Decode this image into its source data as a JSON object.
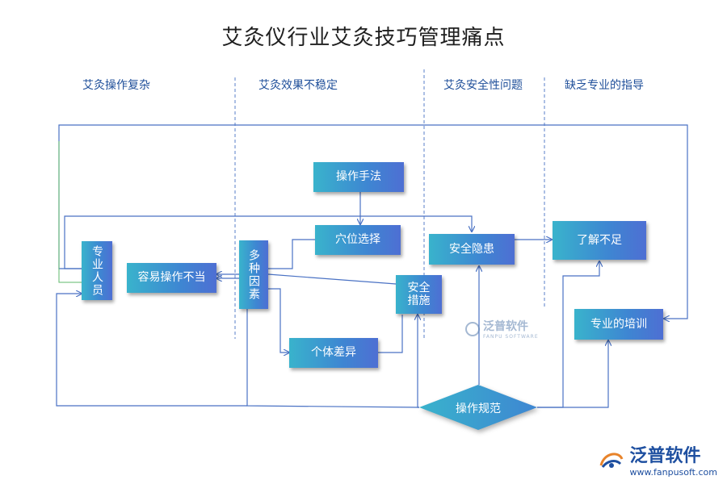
{
  "title": "艾灸仪行业艾灸技巧管理痛点",
  "sections": [
    {
      "key": "s1",
      "label": "艾灸操作复杂"
    },
    {
      "key": "s2",
      "label": "艾灸效果不稳定"
    },
    {
      "key": "s3",
      "label": "艾灸安全性问题"
    },
    {
      "key": "s4",
      "label": "缺乏专业的指导"
    }
  ],
  "nodes": {
    "professional": "专业人员",
    "improper_operation": "容易操作不当",
    "multi_factors": "多种因素",
    "technique": "操作手法",
    "acupoint": "穴位选择",
    "individual_diff": "个体差异",
    "safety_measures": "安全措施",
    "safety_hazard": "安全隐患",
    "understanding": "了解不足",
    "training": "专业的培训",
    "standards": "操作规范"
  },
  "watermark": {
    "text": "泛普软件",
    "sub": "FANPU SOFTWARE"
  },
  "logo": {
    "brand": "泛普软件",
    "url": "www.fanpusoft.com"
  },
  "colors": {
    "line": "#4a72c4",
    "divider": "#5a7fc8",
    "accent": "#3a8fd0"
  }
}
